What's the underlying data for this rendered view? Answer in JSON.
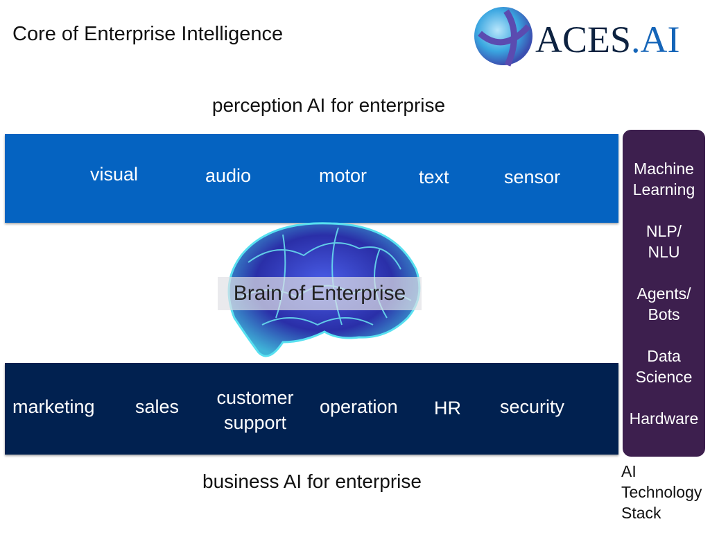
{
  "title": "Core of Enterprise Intelligence",
  "logo": {
    "name": "ACES",
    "suffix": ".AI"
  },
  "perception": {
    "heading": "perception AI for enterprise",
    "items": [
      "visual",
      "audio",
      "motor",
      "text",
      "sensor"
    ]
  },
  "brain": {
    "label": "Brain of Enterprise"
  },
  "business": {
    "heading": "business AI for enterprise",
    "items": [
      "marketing",
      "sales",
      "customer support",
      "operation",
      "HR",
      "security"
    ]
  },
  "stack": {
    "items": [
      "Machine Learning",
      "NLP/ NLU",
      "Agents/ Bots",
      "Data Science",
      "Hardware"
    ],
    "caption": "AI Technology Stack"
  },
  "colors": {
    "perception_bar": "#0563c1",
    "business_bar": "#012150",
    "stack": "#3d1f4e"
  }
}
